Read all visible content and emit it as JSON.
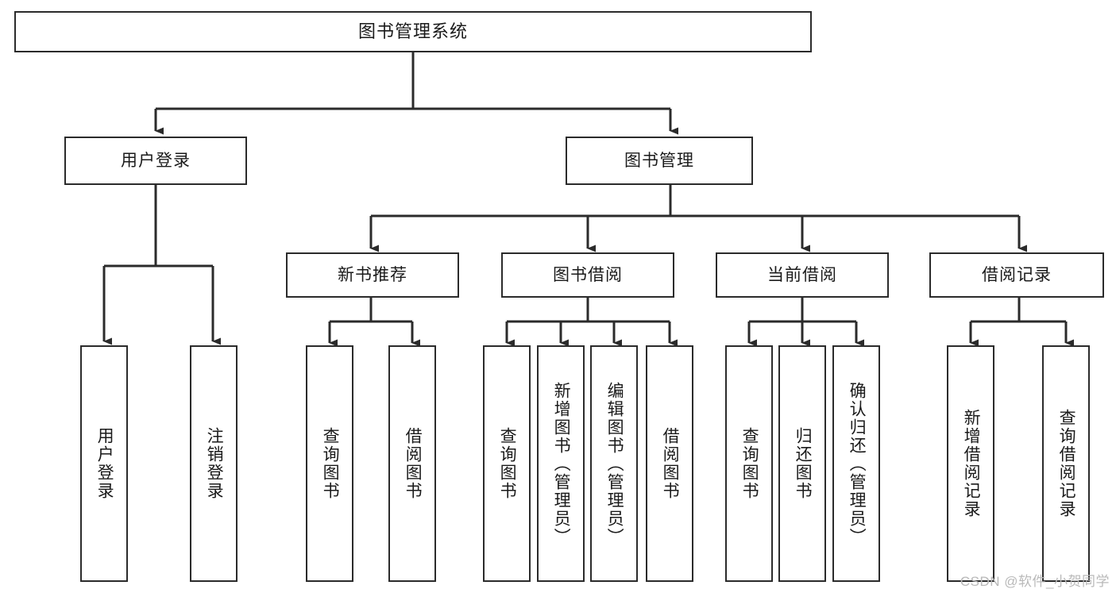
{
  "diagram": {
    "title": "图书管理系统",
    "type": "tree-hierarchy",
    "watermark": "CSDN @软件_小贺同学",
    "stroke_color": "#2b2b2b",
    "fill_color": "#ffffff",
    "text_color": "#1a1a1a"
  },
  "nodes": {
    "root": {
      "label": "图书管理系统"
    },
    "level2": [
      {
        "label": "用户登录"
      },
      {
        "label": "图书管理"
      }
    ],
    "level3": [
      {
        "label": "新书推荐"
      },
      {
        "label": "图书借阅"
      },
      {
        "label": "当前借阅"
      },
      {
        "label": "借阅记录"
      }
    ],
    "leaves_user_login": [
      {
        "label": "用户登录"
      },
      {
        "label": "注销登录"
      }
    ],
    "leaves_new_book": [
      {
        "label": "查询图书"
      },
      {
        "label": "借阅图书"
      }
    ],
    "leaves_borrow": [
      {
        "label": "查询图书"
      },
      {
        "label": "新增图书（管理员）"
      },
      {
        "label": "编辑图书（管理员）"
      },
      {
        "label": "借阅图书"
      }
    ],
    "leaves_current": [
      {
        "label": "查询图书"
      },
      {
        "label": "归还图书"
      },
      {
        "label": "确认归还（管理员）"
      }
    ],
    "leaves_records": [
      {
        "label": "新增借阅记录"
      },
      {
        "label": "查询借阅记录"
      }
    ]
  }
}
